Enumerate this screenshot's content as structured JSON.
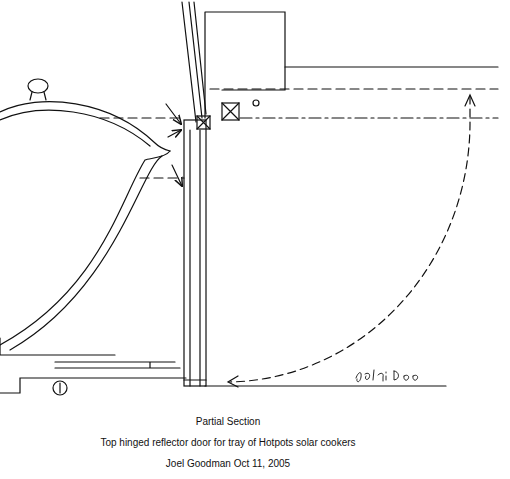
{
  "diagram": {
    "labels": [
      "Partial Section",
      "Top hinged reflector door for tray of Hotpots solar cookers",
      "Joel Goodman   Oct 11, 2005"
    ]
  }
}
